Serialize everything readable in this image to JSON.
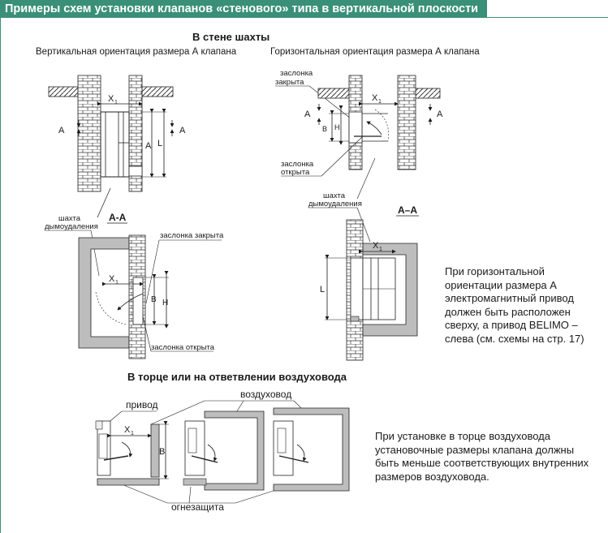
{
  "header": {
    "title": "Примеры схем установки клапанов «стенового» типа в вертикальной плоскости"
  },
  "section_shaft": {
    "title": "В стене шахты",
    "left_subtitle": "Вертикальная ориентация размера А клапана",
    "right_subtitle": "Горизонтальная ориентация размера А клапана",
    "label_shaft": [
      "шахта",
      "дымоудаления"
    ],
    "label_closed": [
      "заслонка",
      "закрыта"
    ],
    "label_open": [
      "заслонка",
      "открыта"
    ],
    "label_closed_single": "заслонка закрыта",
    "label_open_single": "заслонка открыта",
    "section_mark": "А-А",
    "section_mark_right": "А–А"
  },
  "dims": {
    "x1": "X",
    "x1_sub": "1",
    "A": "A",
    "L": "L",
    "B": "B",
    "H": "H"
  },
  "note_horizontal": [
    "При горизонтальной",
    "ориентации размера А",
    "электромагнитный привод",
    "должен быть расположен",
    "сверху, а привод BELIMO –",
    "слева (см. схемы на стр. 17)"
  ],
  "section_duct": {
    "title": "В торце или на ответвлении воздуховода",
    "label_drive": "привод",
    "label_duct": "воздуховод",
    "label_fire": "огнезащита"
  },
  "note_duct": [
    "При установке в торце воздуховода",
    "установочные размеры клапана должны",
    "быть меньше соответствующих внутренних",
    "размеров воздуховода."
  ],
  "colors": {
    "header_bg": "#3a8f78",
    "gray_fill": "#bdbdbd",
    "line": "#1a1a1a"
  }
}
